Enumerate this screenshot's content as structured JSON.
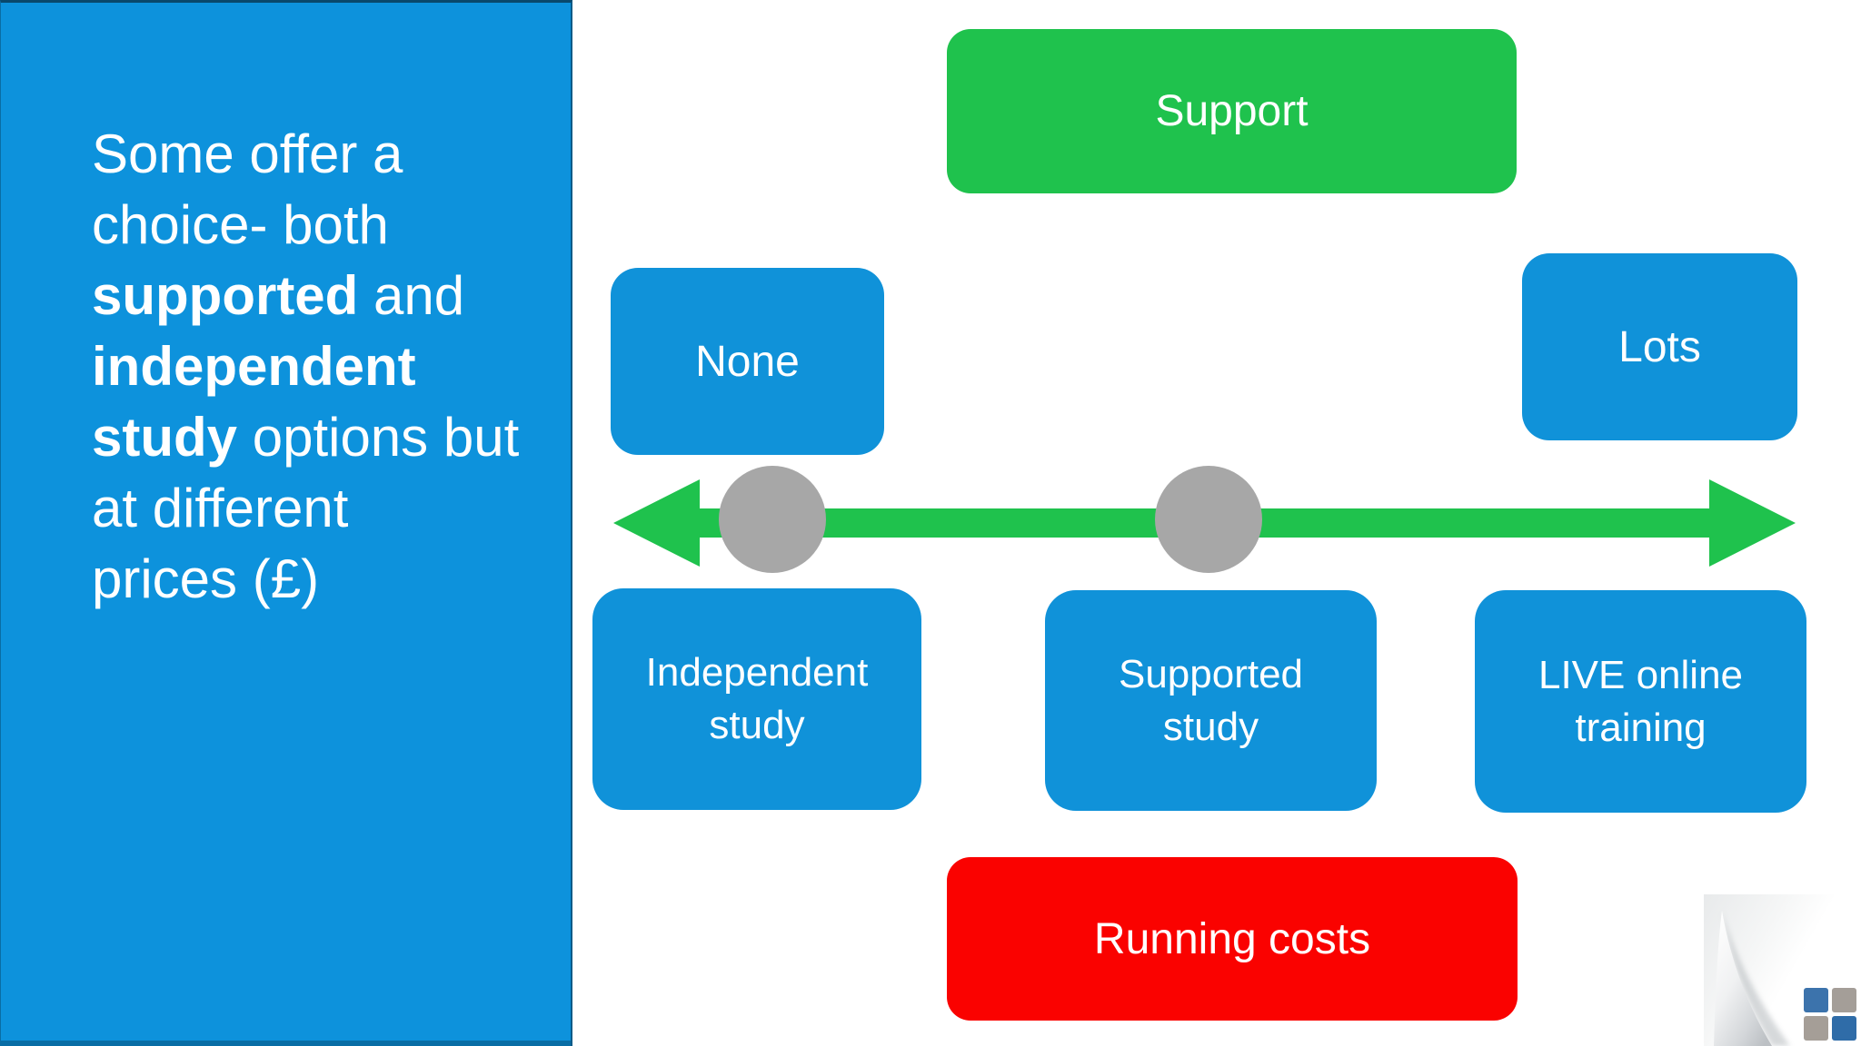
{
  "slide": {
    "sidebar": {
      "bg": "#0D92DC",
      "text_color": "#FFFFFF",
      "lines": [
        {
          "bold": "",
          "rest": "Some offer a"
        },
        {
          "bold": "",
          "rest": "choice- both"
        },
        {
          "bold": "supported",
          "rest": " and"
        },
        {
          "bold": "independent",
          "rest": ""
        },
        {
          "bold": "study",
          "rest": " options but"
        },
        {
          "bold": "",
          "rest": "at different"
        },
        {
          "bold": "",
          "rest": "prices (£)"
        }
      ]
    },
    "diagram": {
      "support": {
        "label": "Support",
        "bg": "#1FC24D"
      },
      "none": {
        "label": "None",
        "bg": "#1092D9"
      },
      "lots": {
        "label": "Lots",
        "bg": "#1092D9"
      },
      "independent": {
        "line1": "Independent",
        "line2": "study",
        "bg": "#1092D9"
      },
      "supported": {
        "line1": "Supported",
        "line2": "study",
        "bg": "#1092D9"
      },
      "live": {
        "line1": "LIVE online",
        "line2": "training",
        "bg": "#1092D9"
      },
      "running": {
        "label": "Running costs",
        "bg": "#FA0200"
      },
      "axis": {
        "arrow_color": "#1FC24D",
        "marker_color": "#A7A7A7"
      }
    },
    "page_curl": {
      "logo_colors": [
        "#3C73AC",
        "#A49E98",
        "#A59E97",
        "#2F6CA8"
      ]
    }
  }
}
